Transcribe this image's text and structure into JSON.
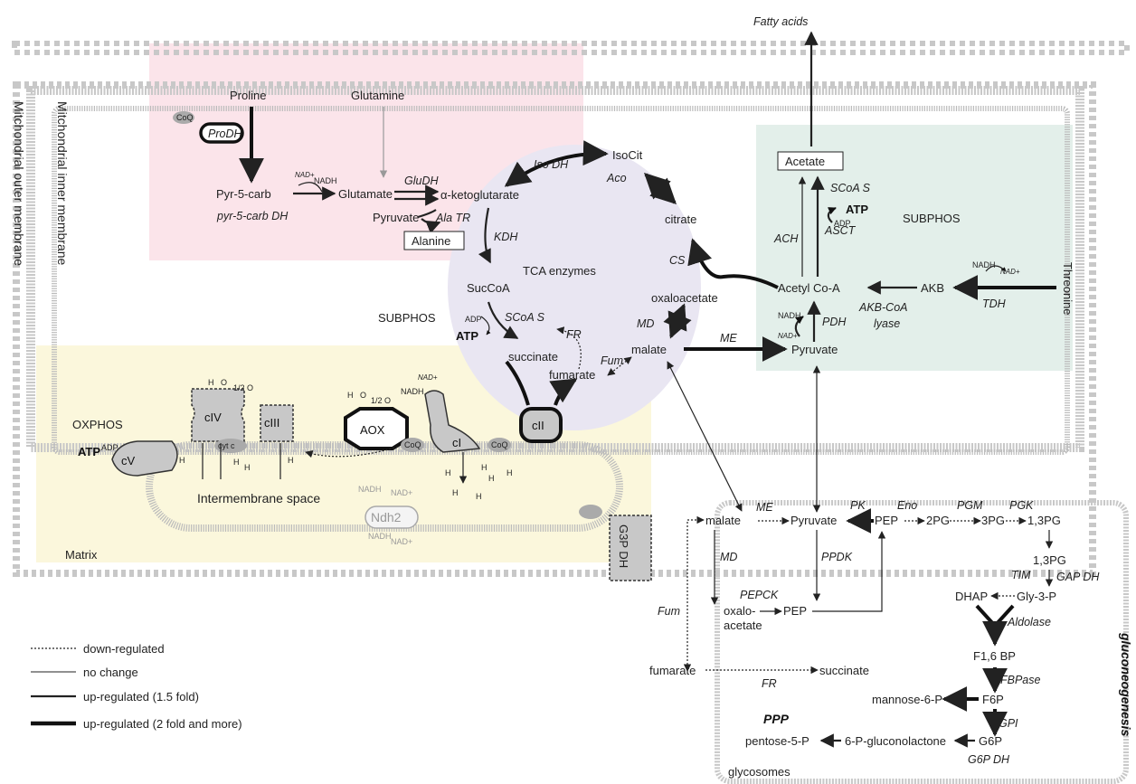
{
  "membranes": {
    "outer_label": "Mitchondrial outer membrane",
    "inner_label": "Mitchondrial inner membrane",
    "matrix_label": "Matrix",
    "intermembrane_label": "Intermembrane space",
    "glycosomes_label": "glycosomes",
    "gluconeogenesis_label": "gluconeogenesis"
  },
  "regions": {
    "tca_label": "TCA enzymes",
    "oxphos_label": "OXPHOS",
    "subphos_left": "SUBPHOS",
    "subphos_right": "SUBPHOS",
    "threonine_label": "Threonine",
    "ppp_label": "PPP"
  },
  "metabolites": {
    "fatty_acids": "Fatty acids",
    "acetate": "Acetate",
    "proline": "Proline",
    "glutamine": "Glutamine",
    "pyr5carb": "Pyr-5-carb",
    "glutamate": "Glutamate",
    "akg": "α-ketoglutarate",
    "pyruvate_ala": "Pyruvate",
    "alanine": "Alanine",
    "isocit": "IsoCit",
    "citrate": "citrate",
    "succoa": "SucCoA",
    "succinate": "succinate",
    "fumarate": "fumarate",
    "malate": "malate",
    "oxaloacetate": "oxaloacetate",
    "acetylcoa": "Acetyl Co-A",
    "akb": "AKB",
    "pyruvate_mito": "Pyruvate",
    "malate_cyto": "malate",
    "pyruvate_cyto": "Pyruvate",
    "pep": "PEP",
    "pg2": "2PG",
    "pg3": "3PG",
    "bpg13": "1,3PG",
    "bpg13b": "1,3PG",
    "oxalo1": "oxalo-",
    "oxalo2": "acetate",
    "pep2": "PEP",
    "dhap": "DHAP",
    "gly3p": "Gly-3-P",
    "f16bp": "F1,6 BP",
    "fumarate_cyto": "fumarate",
    "succinate_cyto": "succinate",
    "f6p": "F6P",
    "mannose6p": "mannose-6-P",
    "g6p": "G6P",
    "gluconolactone": "6-P-gluconolactone",
    "pentose5p": "pentose-5-P"
  },
  "enzymes": {
    "prodh": "ProDH",
    "pyr5carbdh": "pyr-5-carb DH",
    "gludh": "GluDH",
    "alatr": "Ala TR",
    "isodh": "Iso DH",
    "aco": "Aco",
    "kdh": "KDH",
    "cs": "CS",
    "scoas_left": "SCoA S",
    "fr": "FR",
    "md": "MD",
    "fum": "Fum",
    "me": "ME",
    "ach": "ACH",
    "asct": "ASCT",
    "scoas_right": "SCoA S",
    "akbcoa1": "AKB-CoA",
    "akbcoa2": "lyase",
    "tdh": "TDH",
    "pdh": "PDH",
    "me2": "ME",
    "pk": "PK",
    "eno": "Eno",
    "pgm": "PGM",
    "pgk": "PGK",
    "md2": "MD",
    "pepck": "PEPCK",
    "ppdk": "PPDK",
    "gapdh": "GAP DH",
    "tim": "TIM",
    "aldolase": "Aldolase",
    "fum2": "Fum",
    "fr2": "FR",
    "fbpase": "FBPase",
    "gpi": "GPI",
    "g6pdh": "G6P DH"
  },
  "cofactors": {
    "coq1": "CoQ",
    "coq2": "CoQ",
    "coq3": "CoQ",
    "nadp1": "NAD+",
    "nadh1": "NADH",
    "atp1": "ATP",
    "adp1": "ADP",
    "atp2": "ATP",
    "adp2": "ADP",
    "nadh2": "NADH",
    "nadp2": "NAD+",
    "nadh3": "NADH",
    "nadp3": "NAD+",
    "atp3": "ATP",
    "adp3": "ADP",
    "h2o1": "H",
    "h2o1b": "O",
    "o1": "1/2 O",
    "h2o2": "H",
    "h2o2b": "O",
    "o2": "1/2 O",
    "nadp4": "NAD+",
    "nadh4": "NADH",
    "ndh_nadh1": "NADH",
    "ndh_nadp1": "NAD+",
    "ndh_nadh2": "NADH",
    "ndh_nadp2": "NAD+"
  },
  "complexes": {
    "civ": "cIV",
    "ciii": "cIII",
    "aox": "AOX",
    "ci": "cI",
    "cii": "cII",
    "cv": "cV",
    "cytc": "cyt c",
    "ndh2": "Ndh2",
    "g3pdh": "G3P DH"
  },
  "protons": {
    "h": "H",
    "plus": "+"
  },
  "legend": {
    "down": "down-regulated",
    "nochange": "no change",
    "up15": "up-regulated (1.5 fold)",
    "up2": "up-regulated (2 fold and more)"
  }
}
